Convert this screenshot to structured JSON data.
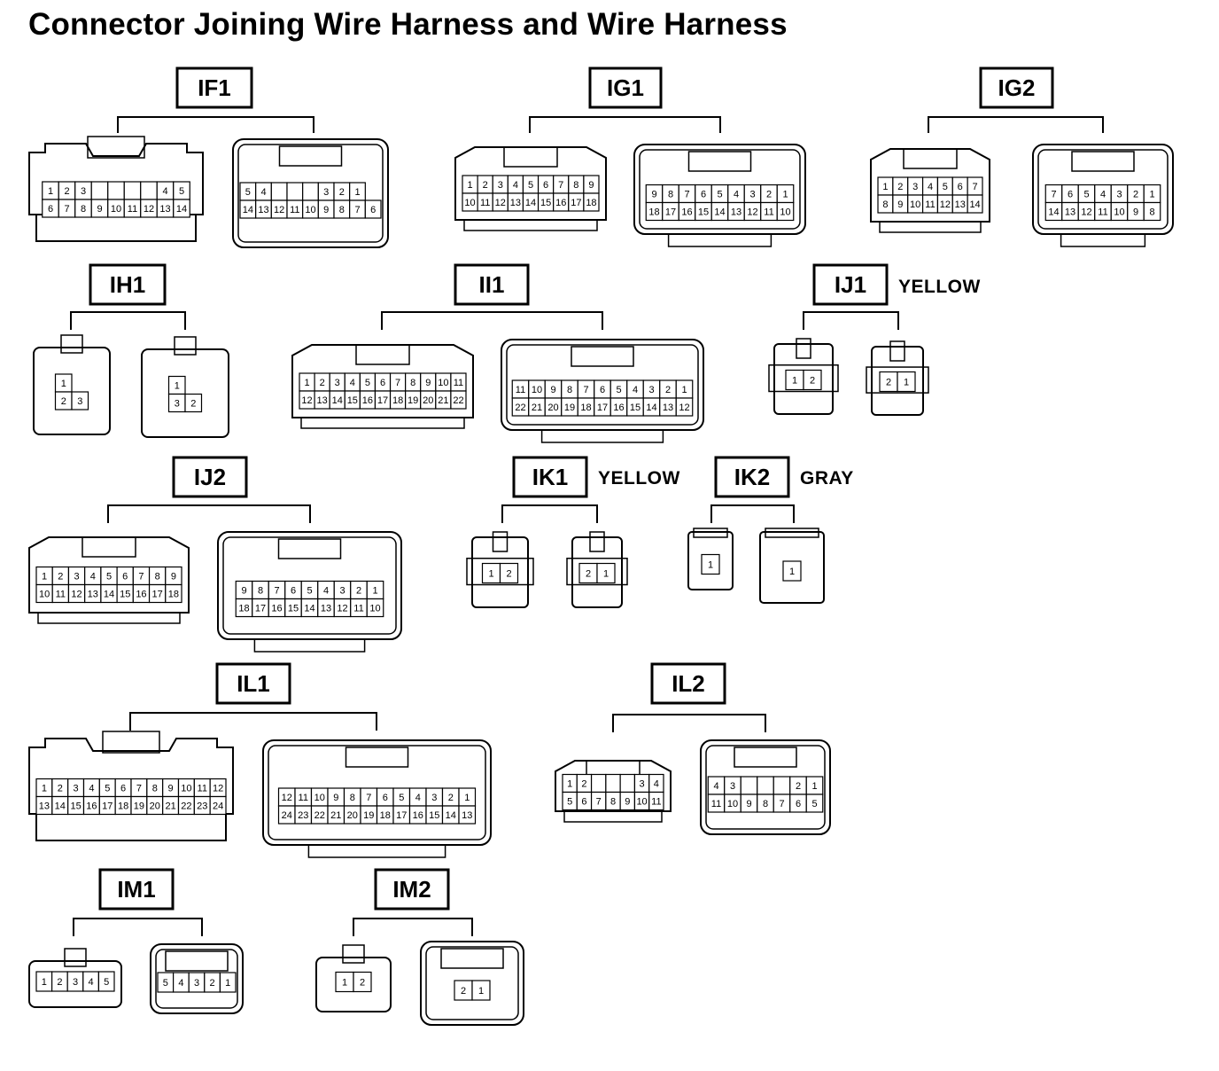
{
  "title": "Connector Joining Wire Harness and Wire Harness",
  "groups": [
    {
      "id": "IF1",
      "color": "",
      "connectors": [
        {
          "rows": [
            [
              "1",
              "2",
              "3",
              "",
              "",
              "",
              "",
              "4",
              "5"
            ],
            [
              "6",
              "7",
              "8",
              "9",
              "10",
              "11",
              "12",
              "13",
              "14"
            ]
          ]
        },
        {
          "rows": [
            [
              "5",
              "4",
              "",
              "",
              "",
              "3",
              "2",
              "1"
            ],
            [
              "14",
              "13",
              "12",
              "11",
              "10",
              "9",
              "8",
              "7",
              "6"
            ]
          ]
        }
      ]
    },
    {
      "id": "IG1",
      "color": "",
      "connectors": [
        {
          "rows": [
            [
              "1",
              "2",
              "3",
              "4",
              "5",
              "6",
              "7",
              "8",
              "9"
            ],
            [
              "10",
              "11",
              "12",
              "13",
              "14",
              "15",
              "16",
              "17",
              "18"
            ]
          ]
        },
        {
          "rows": [
            [
              "9",
              "8",
              "7",
              "6",
              "5",
              "4",
              "3",
              "2",
              "1"
            ],
            [
              "18",
              "17",
              "16",
              "15",
              "14",
              "13",
              "12",
              "11",
              "10"
            ]
          ]
        }
      ]
    },
    {
      "id": "IG2",
      "color": "",
      "connectors": [
        {
          "rows": [
            [
              "1",
              "2",
              "3",
              "4",
              "5",
              "6",
              "7"
            ],
            [
              "8",
              "9",
              "10",
              "11",
              "12",
              "13",
              "14"
            ]
          ]
        },
        {
          "rows": [
            [
              "7",
              "6",
              "5",
              "4",
              "3",
              "2",
              "1"
            ],
            [
              "14",
              "13",
              "12",
              "11",
              "10",
              "9",
              "8"
            ]
          ]
        }
      ]
    },
    {
      "id": "IH1",
      "color": "",
      "connectors": [
        {
          "rows": [
            [
              "1"
            ],
            [
              "2",
              "3"
            ]
          ]
        },
        {
          "rows": [
            [
              "1"
            ],
            [
              "3",
              "2"
            ]
          ]
        }
      ]
    },
    {
      "id": "II1",
      "color": "",
      "connectors": [
        {
          "rows": [
            [
              "1",
              "2",
              "3",
              "4",
              "5",
              "6",
              "7",
              "8",
              "9",
              "10",
              "11"
            ],
            [
              "12",
              "13",
              "14",
              "15",
              "16",
              "17",
              "18",
              "19",
              "20",
              "21",
              "22"
            ]
          ]
        },
        {
          "rows": [
            [
              "11",
              "10",
              "9",
              "8",
              "7",
              "6",
              "5",
              "4",
              "3",
              "2",
              "1"
            ],
            [
              "22",
              "21",
              "20",
              "19",
              "18",
              "17",
              "16",
              "15",
              "14",
              "13",
              "12"
            ]
          ]
        }
      ]
    },
    {
      "id": "IJ1",
      "color": "YELLOW",
      "connectors": [
        {
          "rows": [
            [
              "1",
              "2"
            ]
          ]
        },
        {
          "rows": [
            [
              "2",
              "1"
            ]
          ]
        }
      ]
    },
    {
      "id": "IJ2",
      "color": "",
      "connectors": [
        {
          "rows": [
            [
              "1",
              "2",
              "3",
              "4",
              "5",
              "6",
              "7",
              "8",
              "9"
            ],
            [
              "10",
              "11",
              "12",
              "13",
              "14",
              "15",
              "16",
              "17",
              "18"
            ]
          ]
        },
        {
          "rows": [
            [
              "9",
              "8",
              "7",
              "6",
              "5",
              "4",
              "3",
              "2",
              "1"
            ],
            [
              "18",
              "17",
              "16",
              "15",
              "14",
              "13",
              "12",
              "11",
              "10"
            ]
          ]
        }
      ]
    },
    {
      "id": "IK1",
      "color": "YELLOW",
      "connectors": [
        {
          "rows": [
            [
              "1",
              "2"
            ]
          ]
        },
        {
          "rows": [
            [
              "2",
              "1"
            ]
          ]
        }
      ]
    },
    {
      "id": "IK2",
      "color": "GRAY",
      "connectors": [
        {
          "rows": [
            [
              "1"
            ]
          ]
        },
        {
          "rows": [
            [
              "1"
            ]
          ]
        }
      ]
    },
    {
      "id": "IL1",
      "color": "",
      "connectors": [
        {
          "rows": [
            [
              "1",
              "2",
              "3",
              "4",
              "5",
              "6",
              "7",
              "8",
              "9",
              "10",
              "11",
              "12"
            ],
            [
              "13",
              "14",
              "15",
              "16",
              "17",
              "18",
              "19",
              "20",
              "21",
              "22",
              "23",
              "24"
            ]
          ]
        },
        {
          "rows": [
            [
              "12",
              "11",
              "10",
              "9",
              "8",
              "7",
              "6",
              "5",
              "4",
              "3",
              "2",
              "1"
            ],
            [
              "24",
              "23",
              "22",
              "21",
              "20",
              "19",
              "18",
              "17",
              "16",
              "15",
              "14",
              "13"
            ]
          ]
        }
      ]
    },
    {
      "id": "IL2",
      "color": "",
      "connectors": [
        {
          "rows": [
            [
              "1",
              "2",
              "",
              "",
              "",
              "3",
              "4"
            ],
            [
              "5",
              "6",
              "7",
              "8",
              "9",
              "10",
              "11"
            ]
          ]
        },
        {
          "rows": [
            [
              "4",
              "3",
              "",
              "",
              "",
              "2",
              "1"
            ],
            [
              "11",
              "10",
              "9",
              "8",
              "7",
              "6",
              "5"
            ]
          ]
        }
      ]
    },
    {
      "id": "IM1",
      "color": "",
      "connectors": [
        {
          "rows": [
            [
              "1",
              "2",
              "3",
              "4",
              "5"
            ]
          ]
        },
        {
          "rows": [
            [
              "5",
              "4",
              "3",
              "2",
              "1"
            ]
          ]
        }
      ]
    },
    {
      "id": "IM2",
      "color": "",
      "connectors": [
        {
          "rows": [
            [
              "1",
              "2"
            ]
          ]
        },
        {
          "rows": [
            [
              "2",
              "1"
            ]
          ]
        }
      ]
    }
  ]
}
